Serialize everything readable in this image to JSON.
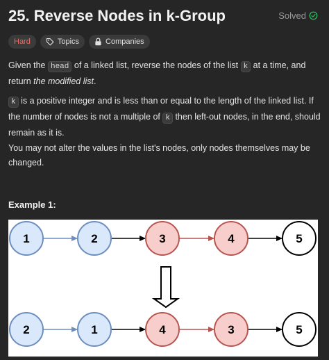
{
  "problem": {
    "title": "25. Reverse Nodes in k-Group",
    "status": "Solved"
  },
  "tags": {
    "difficulty": "Hard",
    "topics": "Topics",
    "companies": "Companies"
  },
  "description": {
    "p1": {
      "t1": "Given the ",
      "code1": "head",
      "t2": " of a linked list, reverse the nodes of the list ",
      "code2": "k",
      "t3": " at a time, and return ",
      "em": "the modified list",
      "t4": "."
    },
    "p2": {
      "code1": "k",
      "t1": " is a positive integer and is less than or equal to the length of the linked list. If the number of nodes is not a multiple of ",
      "code2": "k",
      "t2": " then left-out nodes, in the end, should remain as it is."
    },
    "p3": "You may not alter the values in the list's nodes, only nodes themselves may be changed."
  },
  "example": {
    "label": "Example 1:",
    "before": [
      "1",
      "2",
      "3",
      "4",
      "5"
    ],
    "after": [
      "2",
      "1",
      "4",
      "3",
      "5"
    ]
  },
  "colors": {
    "accent_hard": "#f06a63",
    "solved_check": "#2cbb5d",
    "blue_fill": "#dae8fc",
    "blue_stroke": "#6c8ebf",
    "red_fill": "#f8cecc",
    "red_stroke": "#b85450"
  }
}
